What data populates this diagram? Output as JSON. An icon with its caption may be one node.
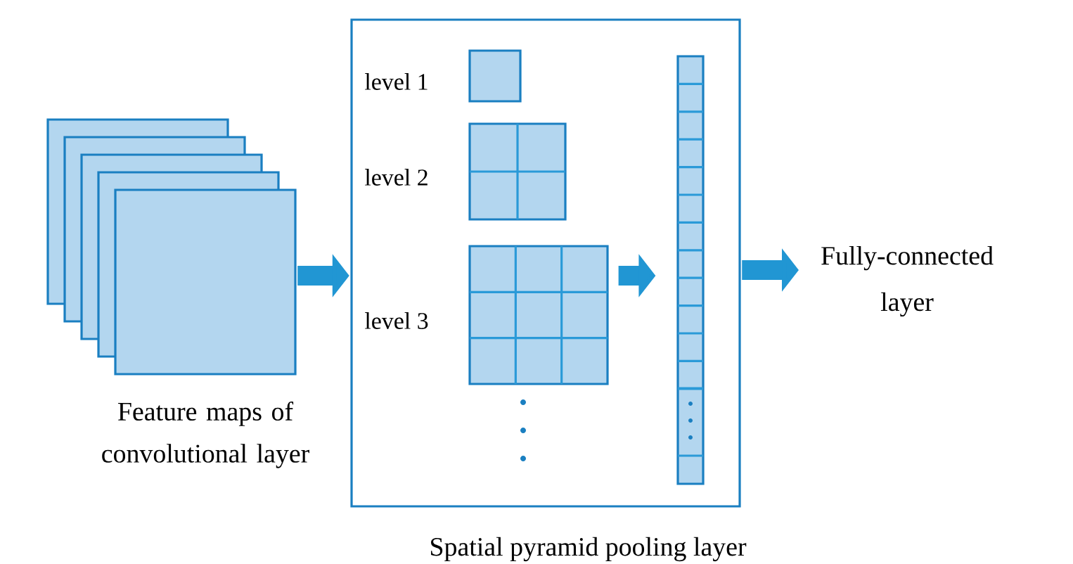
{
  "diagram": {
    "caption": "Spatial pyramid pooling layer",
    "nodes": [
      {
        "text": [
          "Feature maps of convolutional layer"
        ]
      },
      {
        "text": [],
        "shape": "box"
      },
      {
        "text": [],
        "shape": "box",
        "in": 1,
        "beside": [
          "level 1"
        ]
      },
      {
        "text": [],
        "shape": "box",
        "in": 1,
        "beside": [
          "level 2"
        ]
      },
      {
        "text": [],
        "shape": "box",
        "in": 1,
        "beside": [
          "level 3"
        ]
      },
      {
        "text": [],
        "shape": "bar",
        "in": 1
      },
      {
        "text": [
          "Fully-connected layer"
        ]
      }
    ],
    "edges": [
      {
        "from": 0,
        "to": 1,
        "arrow": "to"
      },
      {
        "from": 4,
        "to": 5,
        "arrow": "to"
      },
      {
        "from": 1,
        "to": 6,
        "arrow": "to"
      }
    ]
  }
}
